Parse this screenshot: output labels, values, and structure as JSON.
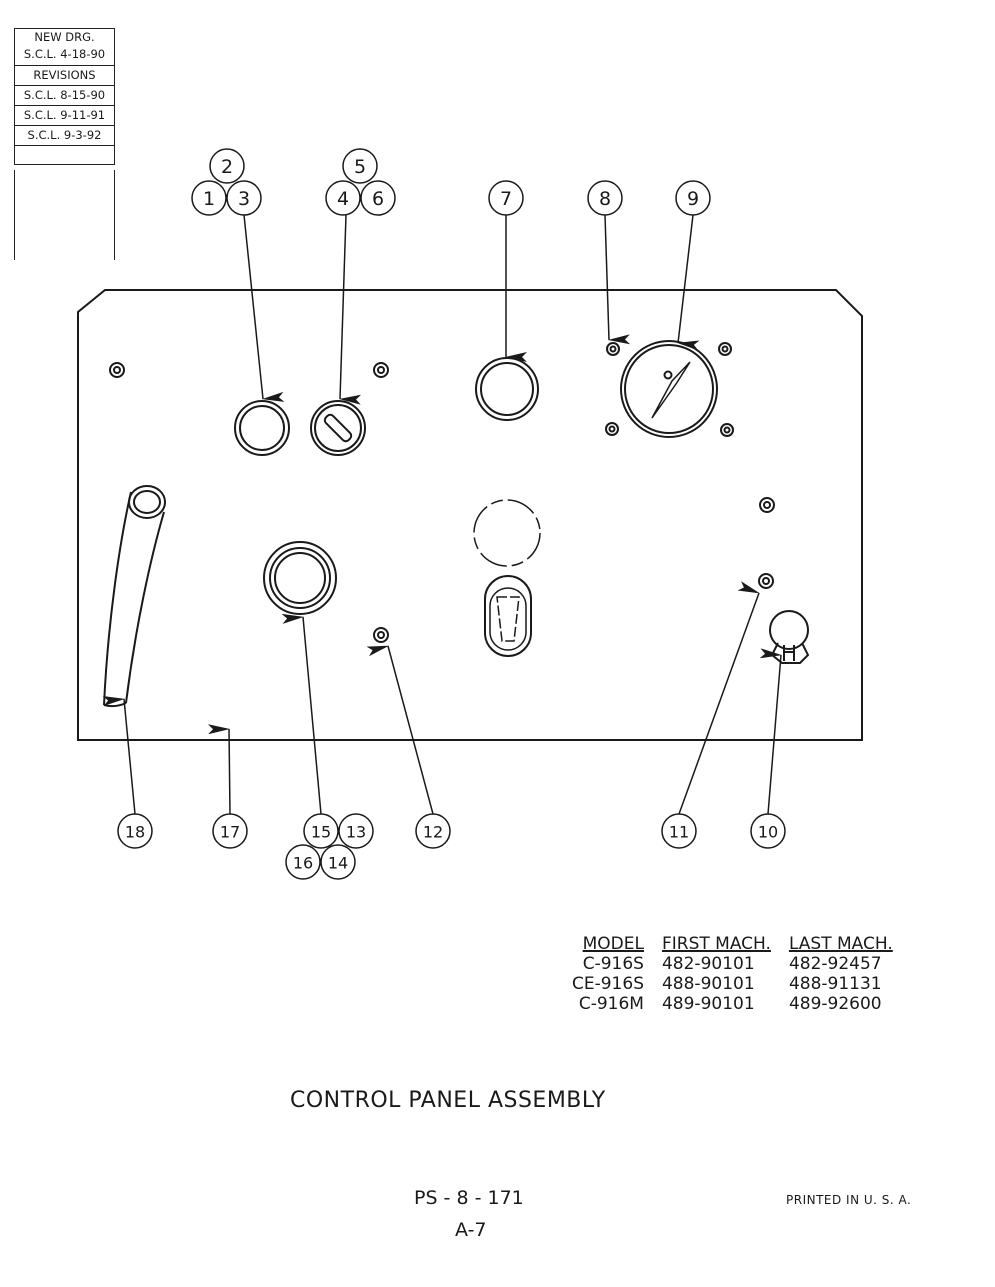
{
  "revision_block": {
    "new_drg_label": "NEW DRG.",
    "new_drg_date": "S.C.L. 4-18-90",
    "revisions_label": "REVISIONS",
    "revisions": [
      "S.C.L. 8-15-90",
      "S.C.L. 9-11-91",
      "S.C.L. 9-3-92"
    ]
  },
  "callouts": {
    "c1": "1",
    "c2": "2",
    "c3": "3",
    "c4": "4",
    "c5": "5",
    "c6": "6",
    "c7": "7",
    "c8": "8",
    "c9": "9",
    "c10": "10",
    "c11": "11",
    "c12": "12",
    "c13": "13",
    "c14": "14",
    "c15": "15",
    "c16": "16",
    "c17": "17",
    "c18": "18"
  },
  "model_table": {
    "headers": [
      "MODEL",
      "FIRST MACH.",
      "LAST MACH."
    ],
    "rows": [
      [
        "C-916S",
        "482-90101",
        "482-92457"
      ],
      [
        "CE-916S",
        "488-90101",
        "488-91131"
      ],
      [
        "C-916M",
        "489-90101",
        "489-92600"
      ]
    ]
  },
  "title": "CONTROL PANEL ASSEMBLY",
  "doc_number": "PS - 8 - 171",
  "page_number": "A-7",
  "printed_note": "PRINTED IN U. S. A."
}
